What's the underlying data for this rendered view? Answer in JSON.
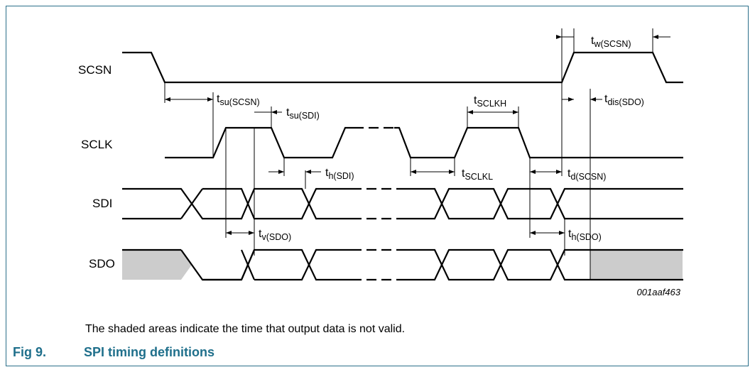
{
  "signals": {
    "scsn": "SCSN",
    "sclk": "SCLK",
    "sdi": "SDI",
    "sdo": "SDO"
  },
  "timing": {
    "tw_scsn": {
      "t": "t",
      "sub": "w(SCSN)"
    },
    "tsu_scsn": {
      "t": "t",
      "sub": "su(SCSN)"
    },
    "tsu_sdi": {
      "t": "t",
      "sub": "su(SDI)"
    },
    "tsclkh": {
      "t": "t",
      "sub": "SCLKH"
    },
    "tdis_sdo": {
      "t": "t",
      "sub": "dis(SDO)"
    },
    "th_sdi": {
      "t": "t",
      "sub": "h(SDI)"
    },
    "tsclkl": {
      "t": "t",
      "sub": "SCLKL"
    },
    "td_scsn": {
      "t": "t",
      "sub": "d(SCSN)"
    },
    "tv_sdo": {
      "t": "t",
      "sub": "v(SDO)"
    },
    "th_sdo": {
      "t": "t",
      "sub": "h(SDO)"
    }
  },
  "reference": "001aaf463",
  "note": "The shaded areas indicate the time that output data is not valid.",
  "caption": {
    "number": "Fig 9.",
    "title": "SPI timing definitions"
  },
  "colors": {
    "caption": "#1f6f8b",
    "frame": "#2b6f8a",
    "shade": "#cccccc"
  }
}
